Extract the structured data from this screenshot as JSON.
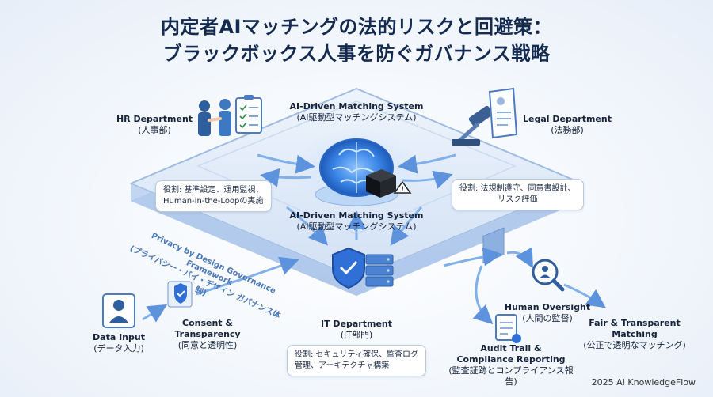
{
  "title": {
    "line1": "内定者AIマッチングの法的リスクと回避策：",
    "line2": "ブラックボックス人事を防ぐガバナンス戦略"
  },
  "center_top": {
    "name": "AI-Driven Matching System",
    "sub": "(AI駆動型マッチングシステム)"
  },
  "center_bottom": {
    "name": "AI-Driven Matching System",
    "sub": "(AI駆動型マッチングシステム)"
  },
  "hr": {
    "name": "HR Department",
    "sub": "(人事部)",
    "role_line1": "役割: 基準設定、運用監視、",
    "role_line2": "Human-in-the-Loopの実施"
  },
  "legal": {
    "name": "Legal Department",
    "sub": "(法務部)",
    "role_line1": "役割: 法規制遵守、同意書設計、",
    "role_line2": "リスク評価"
  },
  "it": {
    "name": "IT Department",
    "sub": "(IT部門)",
    "role_line1": "役割: セキュリティ確保、監査ログ",
    "role_line2": "管理、アーキテクチャ構築"
  },
  "framework": {
    "line1": "Privacy by Design Governance Framework",
    "line2": "(プライバシー・バイ・デザイン ガバナンス体制)"
  },
  "data_input": {
    "name": "Data Input",
    "sub": "(データ入力)"
  },
  "consent": {
    "line1": "Consent &",
    "line2": "Transparency",
    "sub": "(同意と透明性)"
  },
  "human_oversight": {
    "name": "Human Oversight",
    "sub": "(人間の監督)"
  },
  "fair": {
    "line1": "Fair & Transparent",
    "line2": "Matching",
    "sub": "(公正で透明なマッチング)"
  },
  "audit": {
    "line1": "Audit Trail &",
    "line2": "Compliance Reporting",
    "sub": "(監査証跡とコンプライアンス報告)"
  },
  "footer": "2025 AI KnowledgeFlow",
  "colors": {
    "accent": "#2f6fd6",
    "platform": "#d9e6f7",
    "title": "#142a4f"
  }
}
